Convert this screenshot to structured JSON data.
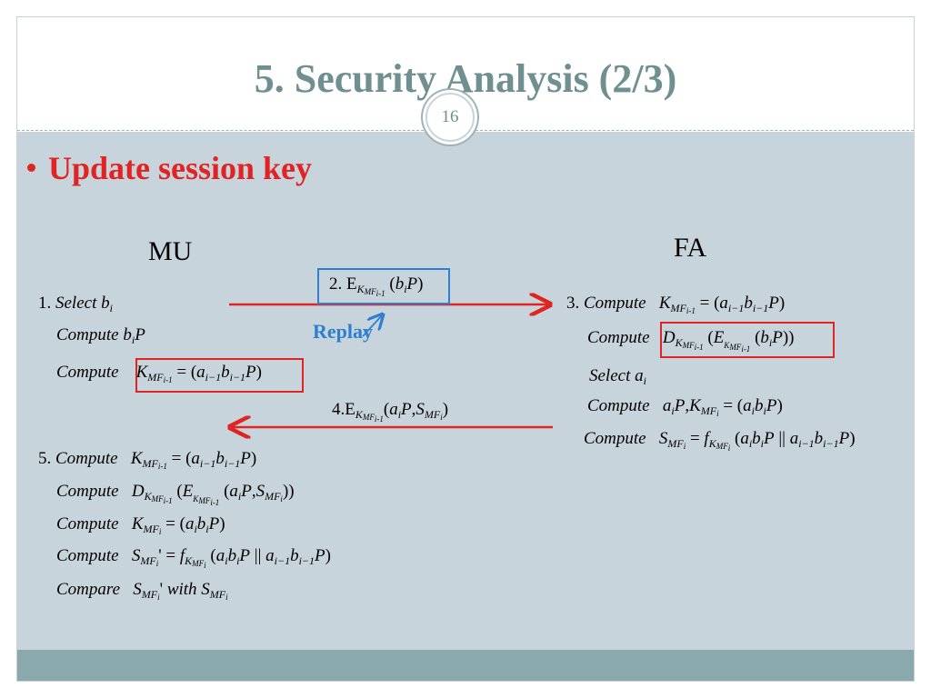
{
  "slide": {
    "title": "5. Security Analysis (2/3)",
    "page_number": "16",
    "bullet": "Update session key"
  },
  "parties": {
    "left": "MU",
    "right": "FA"
  },
  "mu_steps": {
    "s1_label": "1. ",
    "s1_text": "Select  b",
    "s1_sub": "i",
    "s1b": "Compute  b",
    "s1b_sub": "i",
    "s1b_tail": "P",
    "s1c": "Compute"
  },
  "messages": {
    "m2": "2. E",
    "m4": "4.E",
    "replay": "Replay"
  },
  "fa_steps": {
    "s3_label": "3. ",
    "compute": "Compute",
    "select": "Select  a",
    "select_sub": "i"
  },
  "mu_step5": {
    "label": "5. ",
    "compute": "Compute",
    "compare": "Compare"
  },
  "colors": {
    "title": "#6f8f91",
    "accent_red": "#e02424",
    "accent_blue": "#2f7fd1",
    "content_bg": "#c8d4db",
    "footer_bg": "#8aa9ac"
  }
}
